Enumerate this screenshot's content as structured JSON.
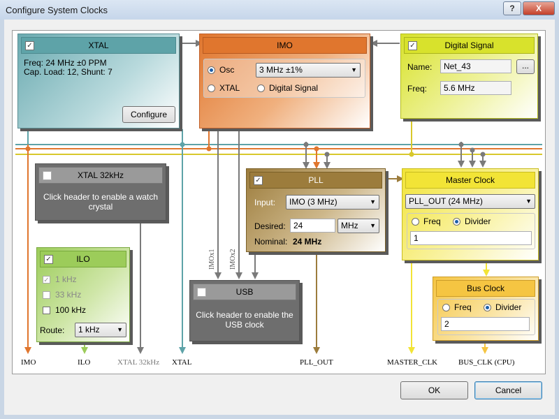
{
  "window": {
    "title": "Configure System Clocks",
    "help_label": "?",
    "close_label": "X"
  },
  "xtal": {
    "title": "XTAL",
    "checked": "✓",
    "freq": "Freq: 24 MHz ±0 PPM",
    "load": "Cap. Load: 12, Shunt: 7",
    "configure_label": "Configure"
  },
  "imo": {
    "title": "IMO",
    "osc_label": "Osc",
    "xtal_label": "XTAL",
    "digital_label": "Digital Signal",
    "freq_value": "3 MHz   ±1%"
  },
  "digital_signal": {
    "title": "Digital Signal",
    "checked": "✓",
    "name_label": "Name:",
    "name_value": "Net_43",
    "browse_label": "...",
    "freq_label": "Freq:",
    "freq_value": "5.6 MHz"
  },
  "xtal32": {
    "title": "XTAL 32kHz",
    "message": "Click header to enable a watch crystal"
  },
  "ilo": {
    "title": "ILO",
    "checked": "✓",
    "opt_1khz": "1 kHz",
    "opt_33khz": "33 kHz",
    "opt_100khz": "100 kHz",
    "route_label": "Route:",
    "route_value": "1 kHz"
  },
  "pll": {
    "title": "PLL",
    "checked": "✓",
    "input_label": "Input:",
    "input_value": "IMO (3 MHz)",
    "desired_label": "Desired:",
    "desired_value": "24",
    "unit_value": "MHz",
    "nominal_label": "Nominal:",
    "nominal_value": "24 MHz"
  },
  "usb": {
    "title": "USB",
    "message": "Click header to enable the USB clock"
  },
  "master_clock": {
    "title": "Master Clock",
    "source_value": "PLL_OUT (24 MHz)",
    "freq_label": "Freq",
    "divider_label": "Divider",
    "divider_value": "1"
  },
  "bus_clock": {
    "title": "Bus Clock",
    "freq_label": "Freq",
    "divider_label": "Divider",
    "divider_value": "2"
  },
  "wire_labels": {
    "imox1": "IMOx1",
    "imox2": "IMOx2"
  },
  "signals": {
    "imo": "IMO",
    "ilo": "ILO",
    "xtal32": "XTAL 32kHz",
    "xtal": "XTAL",
    "pll_out": "PLL_OUT",
    "master_clk": "MASTER_CLK",
    "bus_clk": "BUS_CLK (CPU)"
  },
  "footer": {
    "ok_label": "OK",
    "cancel_label": "Cancel"
  },
  "colors": {
    "xtal": "#6aaab0",
    "imo": "#e0762e",
    "digital": "#d8e22c",
    "pll": "#9c7c3c",
    "master": "#f2e436",
    "bus": "#f5c542",
    "ilo": "#9ccc5a",
    "disabled": "#6e6e6e"
  }
}
